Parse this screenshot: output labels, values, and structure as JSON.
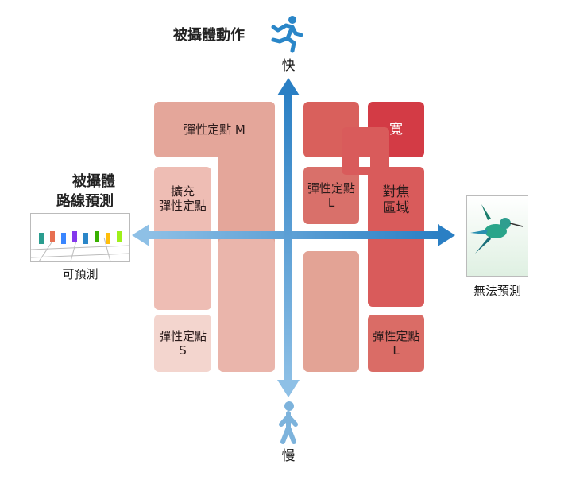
{
  "title_vertical": "被攝體動作",
  "label_fast": "快",
  "label_slow": "慢",
  "title_left_line1": "被攝體",
  "title_left_line2": "路線預測",
  "label_predictable": "可預測",
  "label_unpredictable": "無法預測",
  "zones": {
    "flexible_m": "彈性定點 M",
    "expand_flexible": "擴充\n彈性定點",
    "flexible_s": "彈性定點\nS",
    "flexible_l_top": "彈性定點\nL",
    "wide": "寬",
    "focus_area": "對焦\n區域",
    "flexible_l_bottom": "彈性定點\nL"
  },
  "colors": {
    "axis_blue": "#2a86c8",
    "zone_lightest": "#f2d3cc",
    "zone_light": "#ebbcb2",
    "zone_mid": "#e2a194",
    "zone_strong": "#d9605c",
    "zone_deep": "#d33b45"
  },
  "icons": [
    "running-person-icon",
    "walking-person-icon",
    "runners-photo",
    "hummingbird-photo"
  ]
}
